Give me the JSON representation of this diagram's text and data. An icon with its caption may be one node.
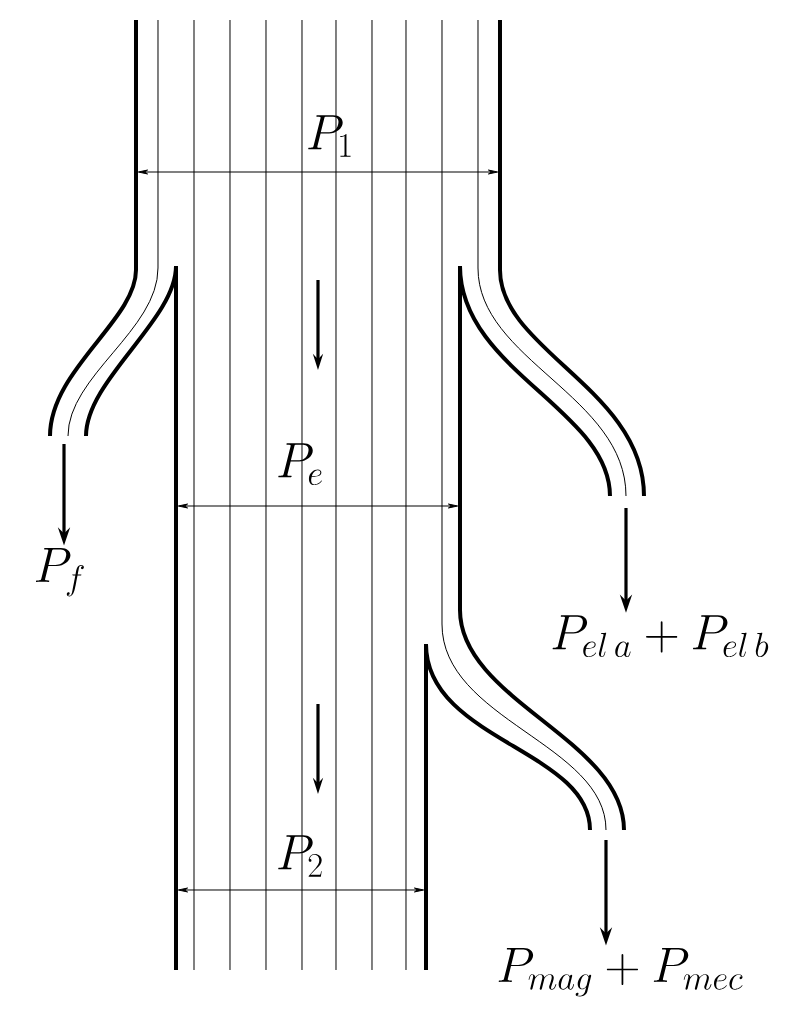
{
  "diagram": {
    "nodes": [
      {
        "text": [
          "P_f"
        ]
      },
      {
        "text": [
          "P_{el\\,a}+P_{el\\,b}"
        ]
      },
      {
        "text": [
          "P_{mag}+P_{mec}"
        ]
      }
    ],
    "edges": [
      {
        "from": null,
        "to": 0,
        "arrow": "to"
      },
      {
        "from": null,
        "to": 1,
        "arrow": "to"
      },
      {
        "from": null,
        "to": 2,
        "arrow": "to"
      }
    ],
    "labels": [
      "P_1",
      "P_e",
      "P_2"
    ]
  }
}
